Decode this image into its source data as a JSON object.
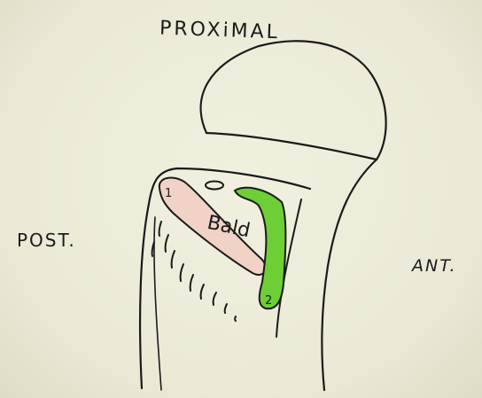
{
  "labels": {
    "top": "PROXiMAL",
    "left": "POST.",
    "right": "ANT.",
    "bald": "Bald",
    "region1": "1",
    "region2": "2"
  },
  "colors": {
    "ink": "#1a1a1a",
    "paper": "#ecebd9",
    "region1_fill": "#f0d2c6",
    "region2_fill": "#6dcf35"
  }
}
